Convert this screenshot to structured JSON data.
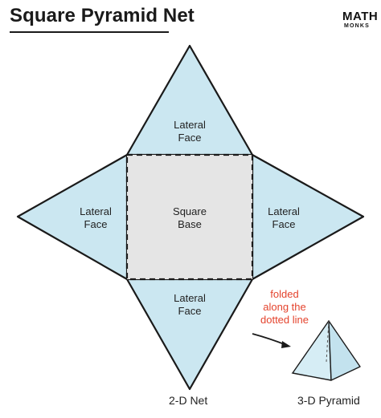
{
  "title": "Square Pyramid Net",
  "logo": {
    "word": "MATH",
    "sub": "MONKS"
  },
  "faces": {
    "top": [
      "Lateral",
      "Face"
    ],
    "left": [
      "Lateral",
      "Face"
    ],
    "right": [
      "Lateral",
      "Face"
    ],
    "bottom": [
      "Lateral",
      "Face"
    ],
    "base": [
      "Square",
      "Base"
    ]
  },
  "annotation": [
    "folded",
    "along the",
    "dotted line"
  ],
  "captions": {
    "net": "2-D Net",
    "pyramid": "3-D Pyramid"
  },
  "colors": {
    "face_fill": "#cbe7f1",
    "base_fill": "#e5e5e5",
    "outline": "#1a1a1a",
    "annotation": "#e4432d",
    "pyramid_face": "#d6edf5",
    "pyramid_base": "#e3e3e3"
  },
  "icons": {
    "logo": "math-monks-logo",
    "arrow": "arrow-icon"
  }
}
